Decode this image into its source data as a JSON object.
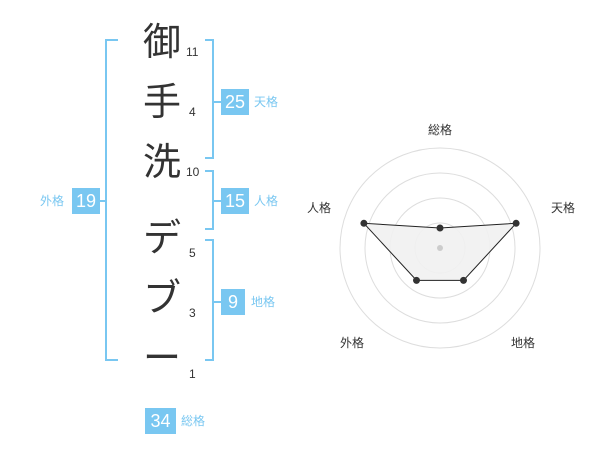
{
  "name": {
    "characters": [
      {
        "char": "御",
        "strokes": "11"
      },
      {
        "char": "手",
        "strokes": "4"
      },
      {
        "char": "洗",
        "strokes": "10"
      },
      {
        "char": "デ",
        "strokes": "5"
      },
      {
        "char": "ブ",
        "strokes": "3"
      },
      {
        "char": "ー",
        "strokes": "1"
      }
    ]
  },
  "kakusu": {
    "tenkaku": {
      "value": "25",
      "label": "天格"
    },
    "jinkaku": {
      "value": "15",
      "label": "人格"
    },
    "chikaku": {
      "value": "9",
      "label": "地格"
    },
    "gaikaku": {
      "value": "19",
      "label": "外格"
    },
    "soukaku": {
      "value": "34",
      "label": "総格"
    }
  },
  "colors": {
    "accent": "#79c7f1",
    "text": "#333333",
    "grid": "#dddddd",
    "radar_fill": "#f1f1f1"
  },
  "chart_data": {
    "type": "radar",
    "axes": [
      "総格",
      "天格",
      "地格",
      "外格",
      "人格"
    ],
    "values": [
      1,
      4,
      2,
      2,
      4
    ],
    "range": [
      0,
      5
    ],
    "rings": 4
  }
}
